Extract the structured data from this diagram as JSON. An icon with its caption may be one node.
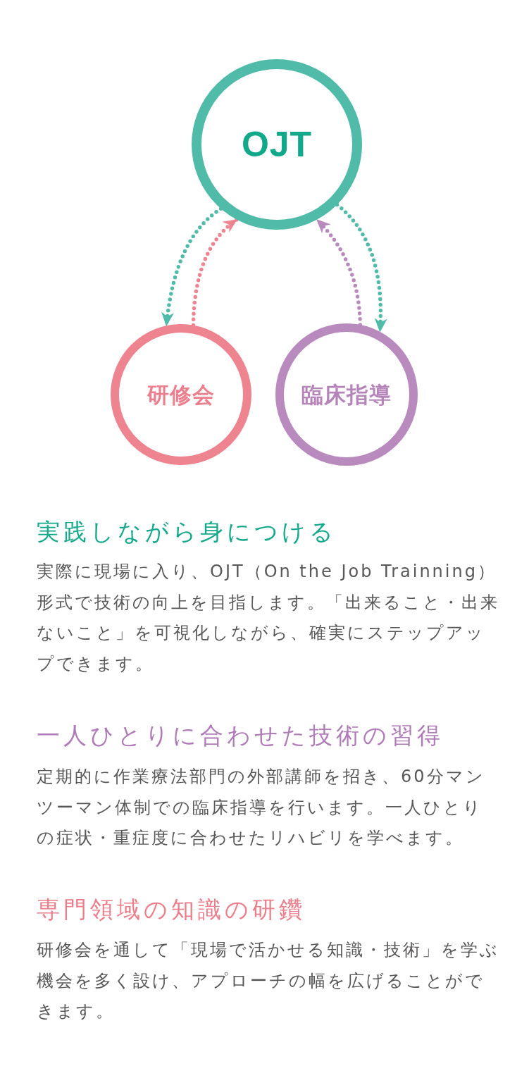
{
  "diagram": {
    "nodes": [
      {
        "text": [
          "OJT"
        ]
      },
      {
        "text": [
          "研修会"
        ]
      },
      {
        "text": [
          "臨床指導"
        ]
      }
    ],
    "edges": [
      {
        "from": 0,
        "to": 1,
        "arrow": "to",
        "style": "dashed"
      },
      {
        "from": 1,
        "to": 0,
        "arrow": "to",
        "style": "dashed",
        "color": "#ee8490"
      },
      {
        "from": 2,
        "to": 0,
        "arrow": "to",
        "style": "dashed",
        "color": "#b98abd"
      },
      {
        "from": 0,
        "to": 2,
        "arrow": "to",
        "style": "dashed"
      }
    ],
    "labels": [
      "実践しながら身につける",
      "実際に現場に入り、OJT（On the Job Trainning）形式で技術の向上を目指します。「出来ること・出来ないこと」を可視化しながら、確実にステップアップできます。",
      "一人ひとりに合わせた技術の習得",
      "定期的に作業療法部門の外部講師を招き、60分マンツーマン体制での臨床指導を行います。一人ひとりの症状・重症度に合わせたリハビリを学べます。",
      "専門領域の知識の研鑽",
      "研修会を通して「現場で活かせる知識・技術」を学ぶ機会を多く設け、アプローチの幅を広げることができます。"
    ]
  }
}
